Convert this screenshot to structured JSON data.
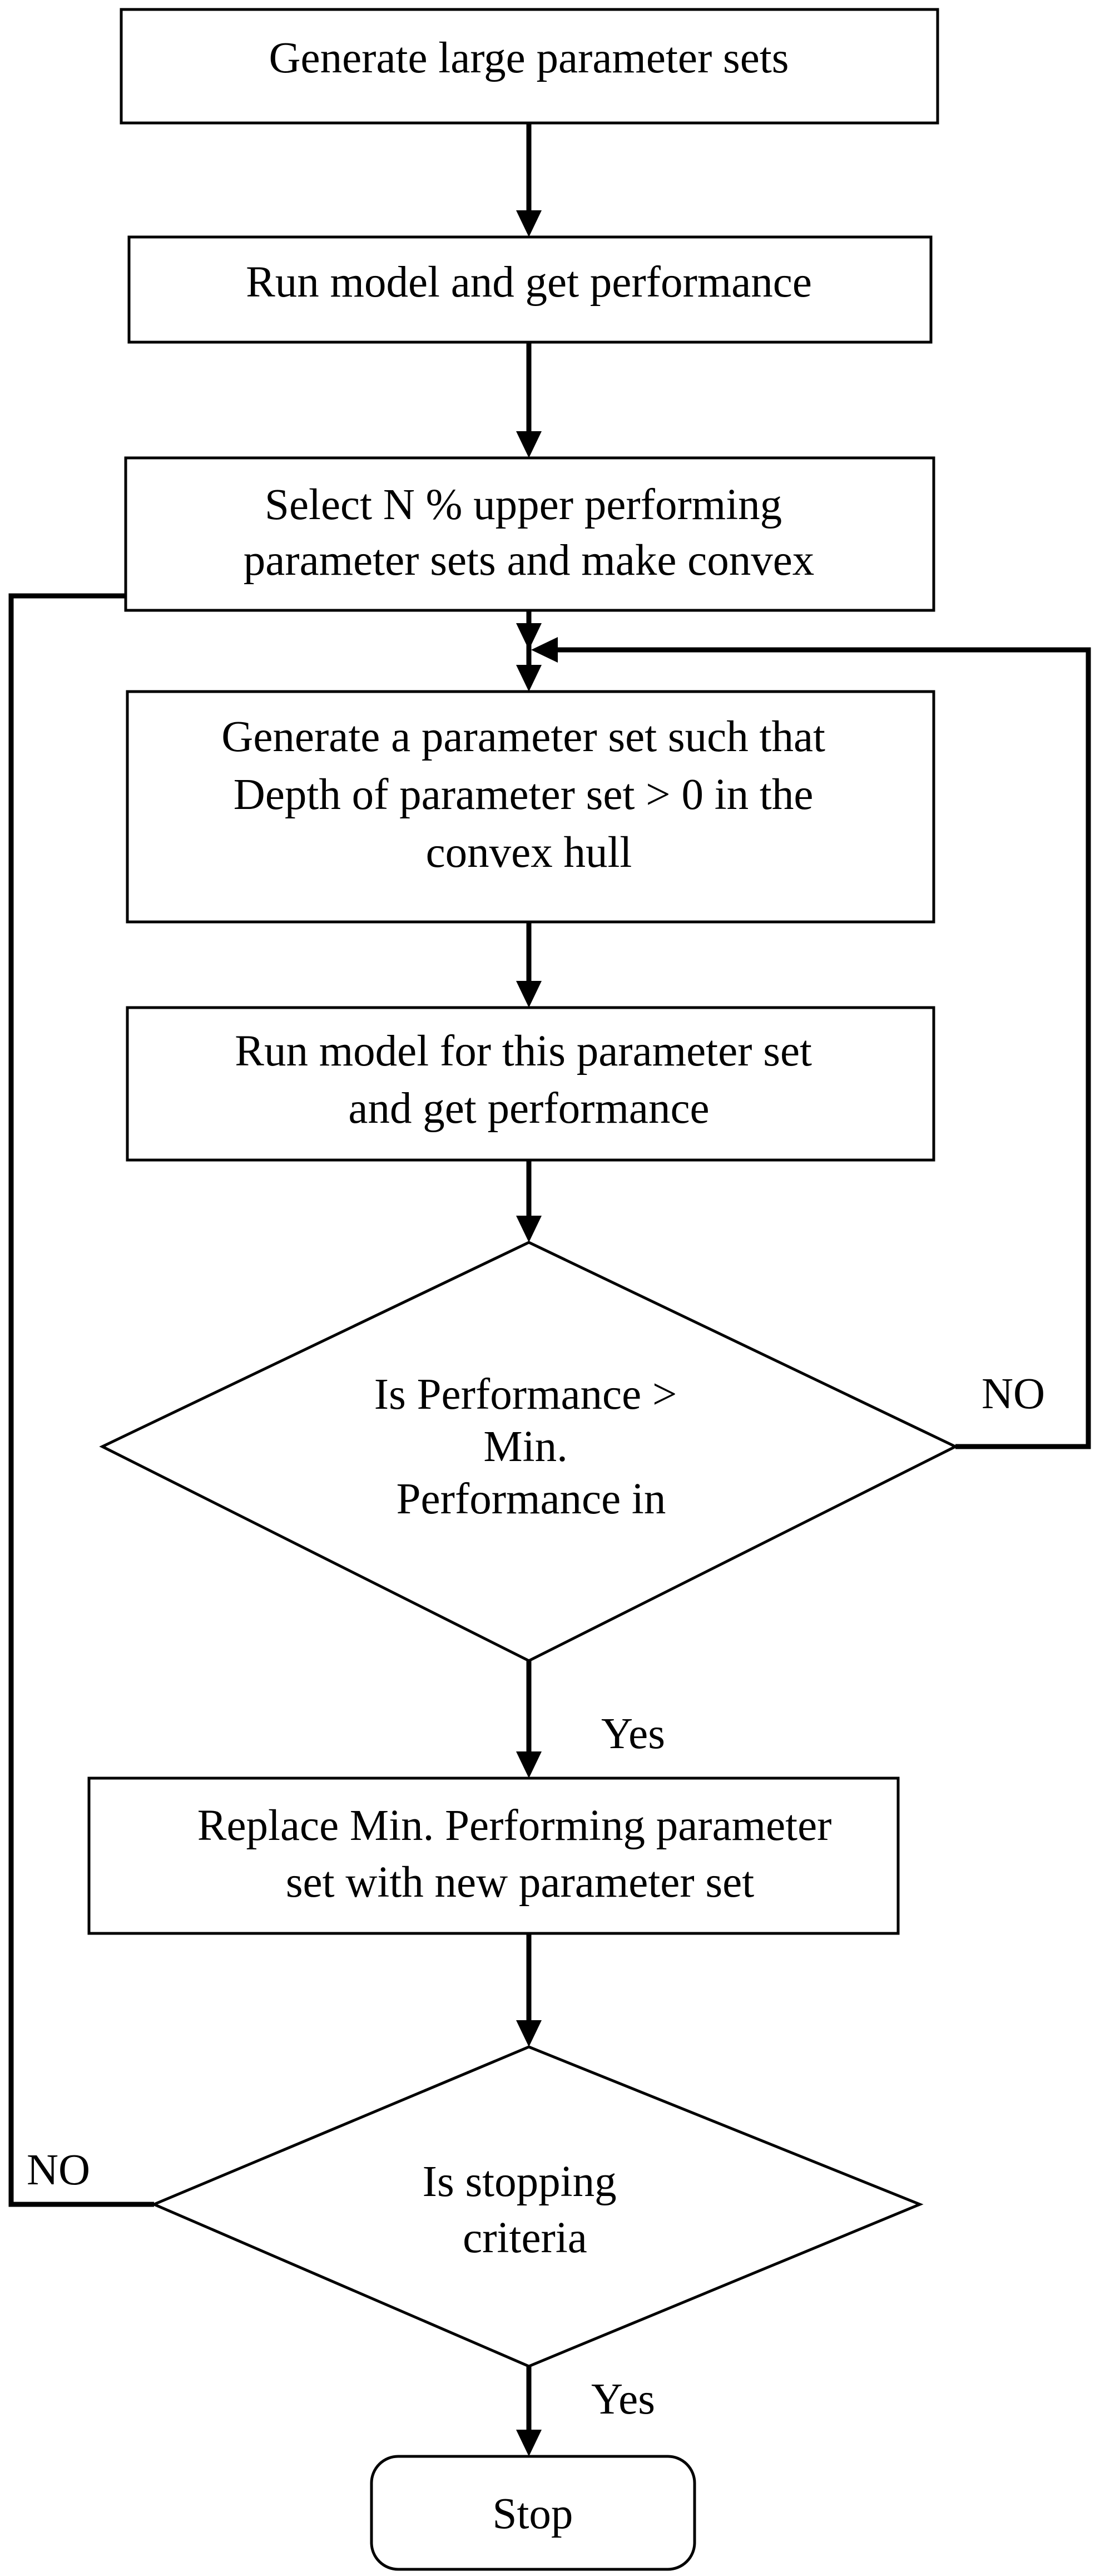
{
  "diagram": {
    "steps": {
      "generate_sets": {
        "lines": [
          "Generate large parameter sets"
        ]
      },
      "run_model": {
        "lines": [
          "Run model and get performance"
        ]
      },
      "select_upper": {
        "lines": [
          "Select N % upper performing",
          "parameter sets and make convex"
        ]
      },
      "generate_depth": {
        "lines": [
          "Generate a parameter set such that",
          "Depth of parameter set > 0 in the",
          "convex hull"
        ]
      },
      "run_model_set": {
        "lines": [
          "Run model for this parameter set",
          "and get performance"
        ]
      },
      "replace_min": {
        "lines": [
          "Replace Min. Performing parameter",
          "set with new parameter set"
        ]
      },
      "stop": {
        "lines": [
          "Stop"
        ]
      }
    },
    "decisions": {
      "performance_check": {
        "lines": [
          "Is Performance >",
          "Min.",
          "Performance in"
        ]
      },
      "stopping_check": {
        "lines": [
          "Is stopping",
          "criteria"
        ]
      }
    },
    "edge_labels": {
      "performance_no": "NO",
      "performance_yes": "Yes",
      "stopping_no": "NO",
      "stopping_yes": "Yes"
    },
    "colors": {
      "stroke": "#000000",
      "fill": "#ffffff",
      "text": "#000000"
    }
  }
}
